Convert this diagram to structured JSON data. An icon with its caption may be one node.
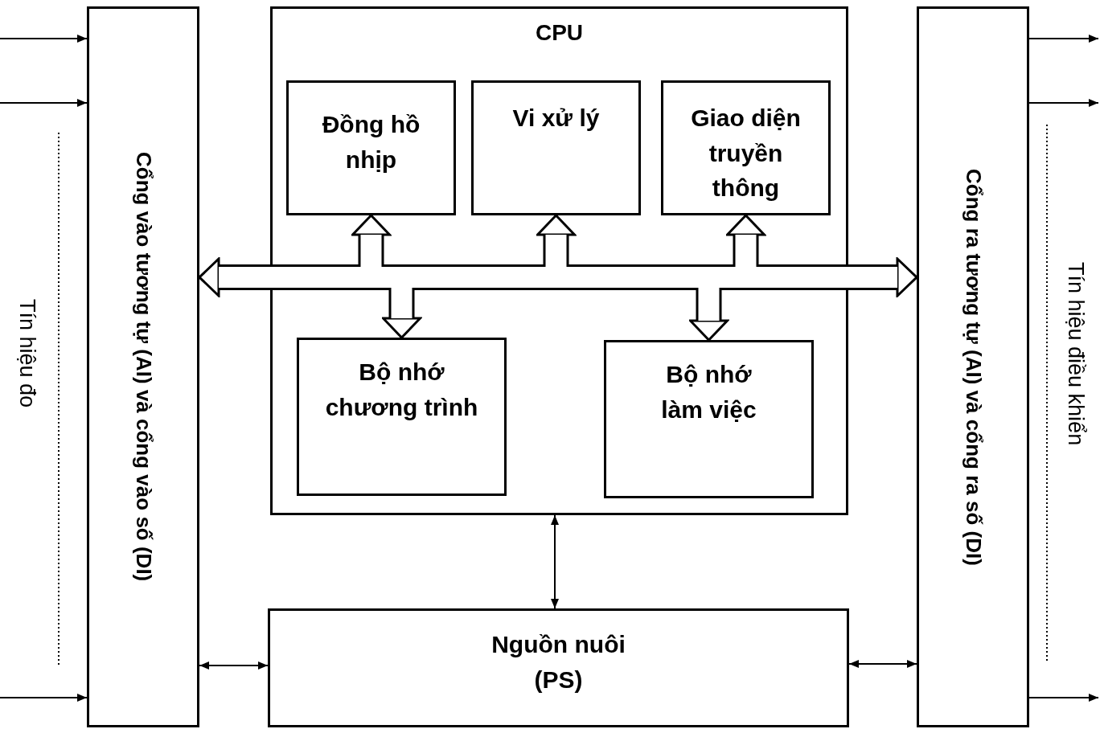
{
  "diagram": {
    "nodes": [
      {
        "text": [
          "Cổng vào tương tự (AI) và cổng vào số (DI)"
        ]
      },
      {
        "text": [
          "CPU"
        ]
      },
      {
        "text": [
          "Đồng hồ nhịp"
        ],
        "in": 1
      },
      {
        "text": [
          "Vi xử lý"
        ],
        "in": 1
      },
      {
        "text": [
          "Giao diện truyền thông"
        ],
        "in": 1
      },
      {
        "text": [
          "Bộ nhớ chương trình"
        ],
        "in": 1
      },
      {
        "text": [
          "Bộ nhớ làm việc"
        ],
        "in": 1
      },
      {
        "text": [
          "Nguồn nuôi (PS)"
        ]
      },
      {
        "text": [
          "Cổng ra tương tự (AI) và cổng ra số (DI)"
        ]
      }
    ],
    "edges": [
      {
        "from": null,
        "to": 0,
        "arrow": "to"
      },
      {
        "from": null,
        "to": 0,
        "arrow": "to"
      },
      {
        "from": null,
        "to": 0,
        "arrow": "to"
      },
      {
        "from": 8,
        "to": null,
        "arrow": "to"
      },
      {
        "from": 8,
        "to": null,
        "arrow": "to"
      },
      {
        "from": 8,
        "to": null,
        "arrow": "to"
      },
      {
        "from": 0,
        "to": 8,
        "arrow": "both",
        "style": "thick"
      },
      {
        "from": 0,
        "to": 2,
        "arrow": "to",
        "style": "thick"
      },
      {
        "from": 0,
        "to": 3,
        "arrow": "to",
        "style": "thick"
      },
      {
        "from": 0,
        "to": 4,
        "arrow": "to",
        "style": "thick"
      },
      {
        "from": 0,
        "to": 5,
        "arrow": "to",
        "style": "thick"
      },
      {
        "from": 0,
        "to": 6,
        "arrow": "to",
        "style": "thick"
      },
      {
        "from": 1,
        "to": 7,
        "arrow": "both"
      },
      {
        "from": 0,
        "to": 7,
        "arrow": "both"
      },
      {
        "from": 7,
        "to": 8,
        "arrow": "both"
      }
    ],
    "labels": [
      "Tín hiệu đo",
      "Tín hiệu điều khiển"
    ]
  }
}
